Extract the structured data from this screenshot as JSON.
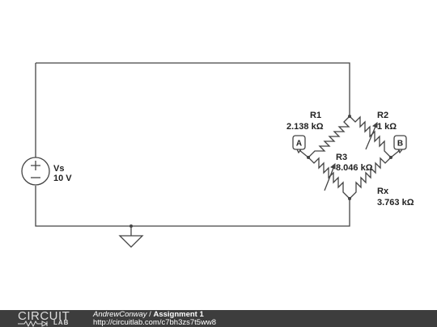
{
  "diagram": {
    "source": {
      "name": "Vs",
      "value": "10 V"
    },
    "resistors": [
      {
        "name": "R1",
        "value": "2.138 kΩ"
      },
      {
        "name": "R2",
        "value": "1 kΩ"
      },
      {
        "name": "R3",
        "value": "8.046 kΩ"
      },
      {
        "name": "Rx",
        "value": "3.763 kΩ"
      }
    ],
    "probes": [
      {
        "label": "A"
      },
      {
        "label": "B"
      }
    ]
  },
  "footer": {
    "logo_top": "CIRCUIT",
    "logo_bottom": "LAB",
    "author": "AndrewConway",
    "separator": " / ",
    "title": "Assignment 1",
    "url": "http://circuitlab.com/c7bh3zs7t5ww8"
  }
}
